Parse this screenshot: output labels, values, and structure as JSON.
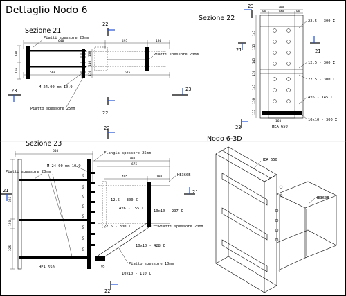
{
  "title": "Dettaglio Nodo 6",
  "sections": {
    "s21": {
      "title": "Sezione 21",
      "dims": [
        "640",
        "495",
        "180",
        "138",
        "156",
        "568",
        "675",
        "138",
        "116",
        "110",
        "110"
      ],
      "labels": {
        "plate20_top": "Piatti spessore 20mm",
        "plate20_right": "Piatti spessore 20mm",
        "bolt": "M 24.00 mm 10.9",
        "plate25": "Piatto spessore 25mm"
      }
    },
    "s22": {
      "title": "Sezione 22",
      "dims": [
        "380",
        "80",
        "140",
        "80",
        "145",
        "115",
        "145",
        "110",
        "145",
        "110",
        "115",
        "145",
        "160"
      ],
      "labels": {
        "w1": "22.5 - 300 Σ",
        "w2": "12.5 - 300 Σ",
        "w3": "22.5 - 300 Σ",
        "w4": "4x6 - 145 Σ",
        "w5": "10x10 - 300 Σ",
        "hea": "HEA 650"
      }
    },
    "s23": {
      "title": "Sezione 23",
      "dims": [
        "640",
        "780",
        "675",
        "495",
        "180",
        "325",
        "150",
        "325",
        "85",
        "85",
        "85",
        "85",
        "85",
        "85",
        "85",
        "85",
        "95"
      ],
      "labels": {
        "flange": "Flangia spessore 25mm",
        "bolt": "M 24.00 mm 10.9",
        "plates": "Piatti spessore 20mm",
        "he360": "HE360B",
        "w1": "12.5 - 300 Σ",
        "w2": "4x6 - 155 Σ",
        "w3": "10x10 - 297 Σ",
        "w4": "22.5 - 300 Σ",
        "w5": "10x10 - 428 Σ",
        "w6": "10x10 - 110 Σ",
        "plate20": "Piatti spessore 20mm",
        "plate10": "Piatto spessore 10mm",
        "hea": "HEA 650"
      }
    },
    "view3d": {
      "title": "Nodo 6-3D",
      "labels": {
        "hea": "HEA 650",
        "he360": "HE360B"
      }
    }
  },
  "cuts": {
    "c22": "22",
    "c23": "23",
    "c21": "21"
  },
  "colors": {
    "ink": "#000000",
    "cut": "#1f4fd8",
    "sheet": "#ffffff"
  }
}
